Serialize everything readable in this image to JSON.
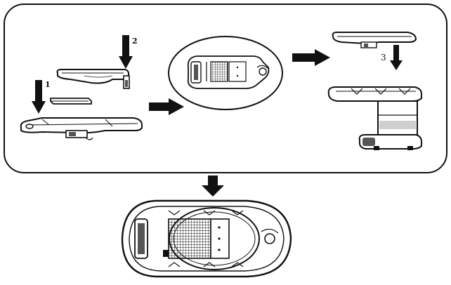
{
  "labels": {
    "step1": "1",
    "step2": "2",
    "step3": "3"
  },
  "colors": {
    "ink": "#111111",
    "mid_gray": "#555555",
    "light_gray": "#cfcfcf",
    "paper": "#ffffff"
  },
  "icons": {
    "arrow": "arrow-icon"
  }
}
